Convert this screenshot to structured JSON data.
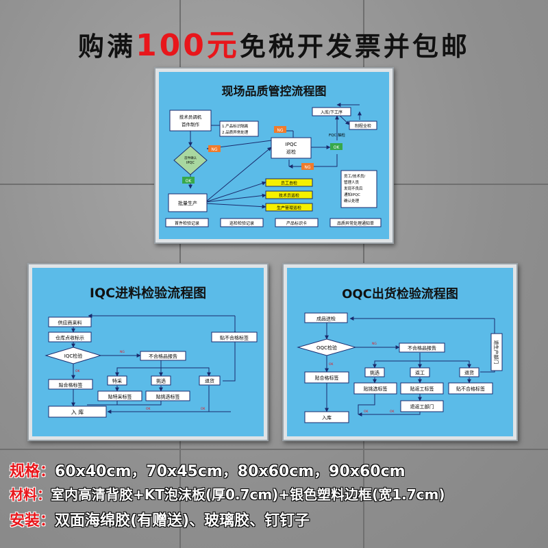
{
  "headline": {
    "pre": "购满",
    "amount": "100元",
    "post": "免税开发票并包邮"
  },
  "board1": {
    "title": "现场品质管控流程图",
    "tech_box": [
      "技术员调机",
      "首件制作"
    ],
    "check_list": [
      "1.产品标识隔离",
      "2.品质异常处理"
    ],
    "first_confirm": [
      "首件确认",
      "IPQC"
    ],
    "ng": "NG",
    "ok": "OK",
    "ipqc": [
      "IPQC",
      "巡检"
    ],
    "warehouse": "入库/下工序",
    "process_check": "制程全检",
    "fqc": "FQC  抽检",
    "mass": "批量生产",
    "self_check": "员工自检",
    "tech_patrol": "技术员巡检",
    "mgr_patrol": "生产管理巡检",
    "notice": [
      "员工/技术员/",
      "管理人员",
      "发现不良后",
      "通知IPQC",
      "确认处理"
    ],
    "footer": [
      "首件检验记录",
      "巡检检验记录",
      "产品标识卡",
      "品质异常处理通知单"
    ]
  },
  "board2": {
    "title": "IQC进料检验流程图",
    "supplier": "供应商来料",
    "receive": "仓库点收标示",
    "iqc": "IQC检验",
    "ng": "NG",
    "ok": "OK",
    "report": "不合格品报告",
    "special": "特采",
    "select": "挑选",
    "ret": "退货",
    "reject_label": "贴不合格标签",
    "pass_label": "贴合格标签",
    "special_label": "贴特采标签",
    "select_label": "贴挑选标签",
    "store": "入  库"
  },
  "board3": {
    "title": "OQC出货检验流程图",
    "send": "成品送检",
    "oqc": "OQC检验",
    "ng": "NG",
    "ok": "OK",
    "report": "不合格品报告",
    "pick": "挑选",
    "rework": "返工",
    "ret": "退货",
    "pass_label": "贴合格标签",
    "pick_label": "贴挑选标签",
    "rework_label": "贴返工标签",
    "reject_label": "贴不合格标签",
    "rework_dept": "退返工部门",
    "store": "入库",
    "prod_dept": "退生产部门"
  },
  "specs": [
    {
      "label": "规格：",
      "text": "60x40cm，70x45cm，80x60cm，90x60cm"
    },
    {
      "label": "材料：",
      "text": "室内高清背胶+KT泡沫板(厚0.7cm)+银色塑料边框(宽1.7cm)"
    },
    {
      "label": "安装：",
      "text": "双面海绵胶(有赠送)、玻璃胶、钉钉子"
    }
  ],
  "colors": {
    "board": "#5bbbe8",
    "accent": "#e8161b",
    "ng": "#f07b2b",
    "ok": "#37a84a",
    "highlight": "#f6f000"
  }
}
